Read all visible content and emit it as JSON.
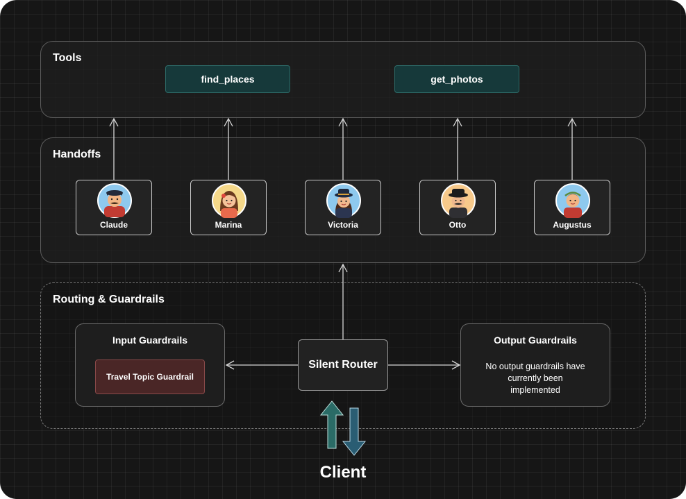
{
  "sections": {
    "tools": "Tools",
    "handoffs": "Handoffs",
    "routing": "Routing & Guardrails"
  },
  "tools": [
    "find_places",
    "get_photos"
  ],
  "agents": [
    {
      "name": "Claude",
      "icon": "claude-avatar-icon",
      "bg": "#8ec9ee"
    },
    {
      "name": "Marina",
      "icon": "marina-avatar-icon",
      "bg": "#f5d889"
    },
    {
      "name": "Victoria",
      "icon": "victoria-avatar-icon",
      "bg": "#8ec9ee"
    },
    {
      "name": "Otto",
      "icon": "otto-avatar-icon",
      "bg": "#f7c98a"
    },
    {
      "name": "Augustus",
      "icon": "augustus-avatar-icon",
      "bg": "#8ec9ee"
    }
  ],
  "input_guardrails": {
    "title": "Input Guardrails",
    "items": [
      "Travel Topic Guardrail"
    ]
  },
  "router": "Silent Router",
  "output_guardrails": {
    "title": "Output Guardrails",
    "note": "No output guardrails have currently been implemented"
  },
  "client": "Client",
  "colors": {
    "background": "#161616",
    "tool_fill": "#16393a",
    "tool_border": "#2d6a67",
    "guardrail_fill": "#4a2626",
    "client_arrow_up": "#2a6b66",
    "client_arrow_down": "#2a5d73"
  }
}
